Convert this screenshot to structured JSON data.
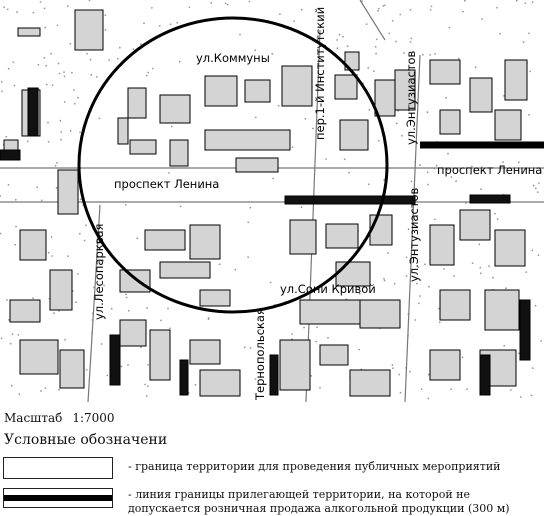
{
  "map": {
    "streets": [
      {
        "id": "communa",
        "label": "ул.Коммуны"
      },
      {
        "id": "institute",
        "label": "пер.1-й Институтский"
      },
      {
        "id": "entuz-top",
        "label": "ул.Энтузиастов"
      },
      {
        "id": "lenina-left",
        "label": "проспект Ленина"
      },
      {
        "id": "lenina-right",
        "label": "проспект Ленина"
      },
      {
        "id": "lesopark",
        "label": "ул.Лесопарквая"
      },
      {
        "id": "entuz-bottom",
        "label": "ул.Энтузиастов"
      },
      {
        "id": "sonya",
        "label": "ул.Сони Кривой"
      },
      {
        "id": "ternopol",
        "label": "Тернопольская"
      }
    ],
    "colors": {
      "ink": "#000000",
      "paper": "#ffffff",
      "building": "#d4d4d4"
    }
  },
  "scale": {
    "label": "Масштаб",
    "value": "1:7000"
  },
  "legend": {
    "title": "Условные обозначени",
    "items": [
      {
        "text": "- граница территории для проведения публичных мероприятий",
        "symbol": "thin-outline"
      },
      {
        "text": "- линия границы прилегающей территории, на которой не допускается розничная продажа алкогольной продукции (300 м)",
        "symbol": "thick-line"
      }
    ]
  }
}
